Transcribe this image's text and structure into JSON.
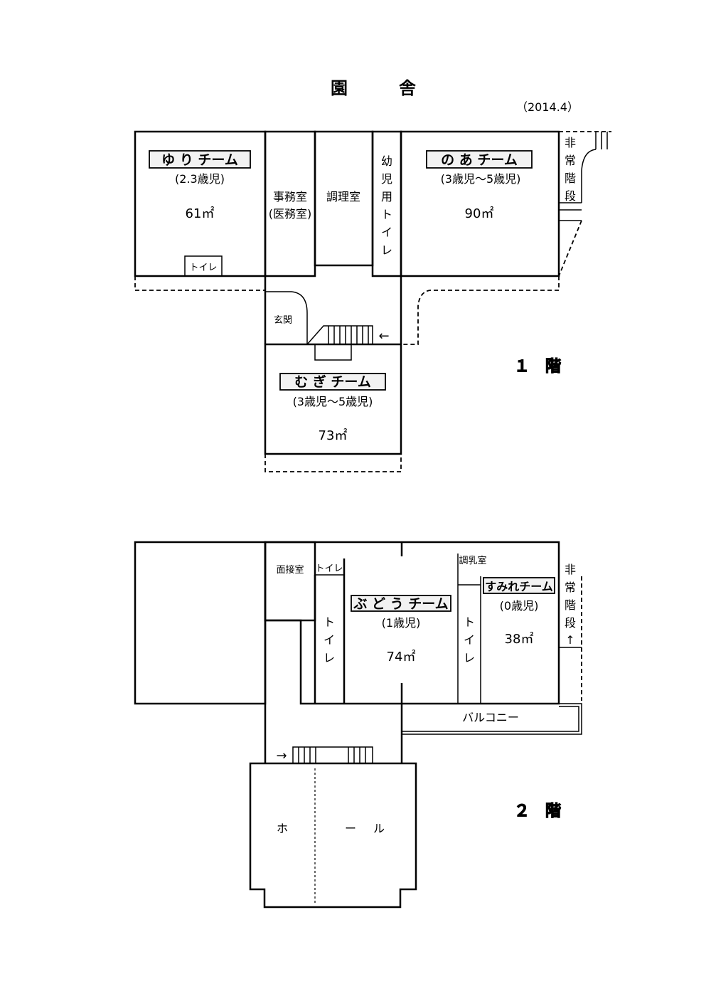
{
  "title": "園　　　舎",
  "date": "（2014.4）",
  "floor1": {
    "label": "１　階",
    "yuri": {
      "name": "ゆ り チーム",
      "age": "(2.3歳児)",
      "area": "61㎡",
      "toilet": "トイレ"
    },
    "office": {
      "line1": "事務室",
      "line2": "(医務室)"
    },
    "kitchen": "調理室",
    "kids_toilet": [
      "幼",
      "児",
      "用",
      "ト",
      "イ",
      "レ"
    ],
    "noa": {
      "name": "の あ チーム",
      "age": "(3歳児～5歳児)",
      "area": "90㎡"
    },
    "emergency_stairs": [
      "非",
      "常",
      "階",
      "段"
    ],
    "entrance": "玄関",
    "arrow": "←",
    "mugi": {
      "name": "む ぎ チーム",
      "age": "(3歳児～5歳児)",
      "area": "73㎡"
    }
  },
  "floor2": {
    "label": "２　階",
    "interview": "面接室",
    "toilet_small": "トイレ",
    "toilet_left": [
      "ト",
      "イ",
      "レ"
    ],
    "budou": {
      "name": "ぶ ど う チーム",
      "age": "(1歳児)",
      "area": "74㎡"
    },
    "milk_room": "調乳室",
    "toilet_right": [
      "ト",
      "イ",
      "レ"
    ],
    "sumire": {
      "name": "すみれチーム",
      "age": "(0歳児)",
      "area": "38㎡"
    },
    "emergency_stairs": [
      "非",
      "常",
      "階",
      "段"
    ],
    "emergency_arrow": "↑",
    "balcony": "バルコニー",
    "arrow": "→",
    "hall": [
      "ホ",
      "ー",
      "ル"
    ]
  }
}
